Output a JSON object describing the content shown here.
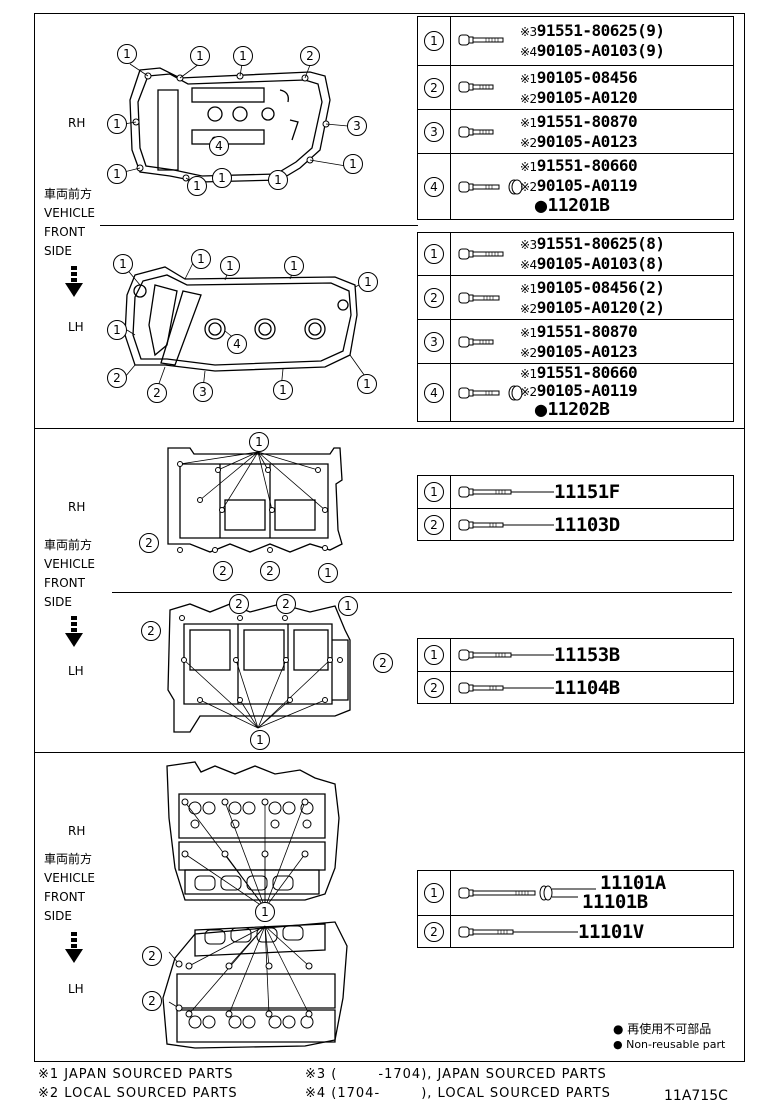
{
  "sections": [
    {
      "id": "cylinder-head-cover",
      "labels": {
        "rh": "RH",
        "lh": "LH",
        "front_jp": "車両前方",
        "front_en_1": "VEHICLE",
        "front_en_2": "FRONT",
        "front_en_3": "SIDE"
      },
      "rh_callouts": [
        "1",
        "1",
        "1",
        "2",
        "1",
        "3",
        "4",
        "1",
        "1",
        "1",
        "1",
        "1"
      ],
      "lh_callouts": [
        "1",
        "1",
        "1",
        "1",
        "1",
        "1",
        "4",
        "2",
        "2",
        "3",
        "1",
        "1"
      ],
      "rh_table": [
        {
          "num": "1",
          "lines": [
            {
              "mark": "※3",
              "part": "91551-80625(9)"
            },
            {
              "mark": "※4",
              "part": "90105-A0103(9)"
            }
          ]
        },
        {
          "num": "2",
          "lines": [
            {
              "mark": "※1",
              "part": "90105-08456"
            },
            {
              "mark": "※2",
              "part": "90105-A0120"
            }
          ]
        },
        {
          "num": "3",
          "lines": [
            {
              "mark": "※1",
              "part": "91551-80870"
            },
            {
              "mark": "※2",
              "part": "90105-A0123"
            }
          ]
        },
        {
          "num": "4",
          "lines": [
            {
              "mark": "※1",
              "part": "91551-80660"
            },
            {
              "mark": "※2",
              "part": "90105-A0119"
            },
            {
              "mark": "●",
              "part": "11201B"
            }
          ]
        }
      ],
      "lh_table": [
        {
          "num": "1",
          "lines": [
            {
              "mark": "※3",
              "part": "91551-80625(8)"
            },
            {
              "mark": "※4",
              "part": "90105-A0103(8)"
            }
          ]
        },
        {
          "num": "2",
          "lines": [
            {
              "mark": "※1",
              "part": "90105-08456(2)"
            },
            {
              "mark": "※2",
              "part": "90105-A0120(2)"
            }
          ]
        },
        {
          "num": "3",
          "lines": [
            {
              "mark": "※1",
              "part": "91551-80870"
            },
            {
              "mark": "※2",
              "part": "90105-A0123"
            }
          ]
        },
        {
          "num": "4",
          "lines": [
            {
              "mark": "※1",
              "part": "91551-80660"
            },
            {
              "mark": "※2",
              "part": "90105-A0119"
            },
            {
              "mark": "●",
              "part": "11202B"
            }
          ]
        }
      ]
    },
    {
      "id": "camshaft-housing",
      "labels": {
        "rh": "RH",
        "lh": "LH",
        "front_jp": "車両前方",
        "front_en_1": "VEHICLE",
        "front_en_2": "FRONT",
        "front_en_3": "SIDE"
      },
      "rh_callouts": [
        "1",
        "2",
        "2",
        "2",
        "1"
      ],
      "lh_callouts": [
        "2",
        "2",
        "1",
        "2",
        "2",
        "1"
      ],
      "rh_table": [
        {
          "num": "1",
          "part": "11151F"
        },
        {
          "num": "2",
          "part": "11103D"
        }
      ],
      "lh_table": [
        {
          "num": "1",
          "part": "11153B"
        },
        {
          "num": "2",
          "part": "11104B"
        }
      ]
    },
    {
      "id": "cylinder-head",
      "labels": {
        "rh": "RH",
        "lh": "LH",
        "front_jp": "車両前方",
        "front_en_1": "VEHICLE",
        "front_en_2": "FRONT",
        "front_en_3": "SIDE"
      },
      "callouts": [
        "1",
        "2",
        "2"
      ],
      "table": [
        {
          "num": "1",
          "parts": [
            "11101A",
            "11101B"
          ]
        },
        {
          "num": "2",
          "parts": [
            "11101V"
          ]
        }
      ],
      "legend": {
        "jp": "● 再使用不可部品",
        "en": "● Non-reusable part"
      }
    }
  ],
  "footnotes": {
    "n1": "※1 JAPAN SOURCED PARTS",
    "n2": "※2 LOCAL SOURCED PARTS",
    "n3": "※3 (        -1704), JAPAN SOURCED PARTS",
    "n4": "※4 (1704-        ), LOCAL SOURCED PARTS"
  },
  "diagram_code": "11A715C"
}
